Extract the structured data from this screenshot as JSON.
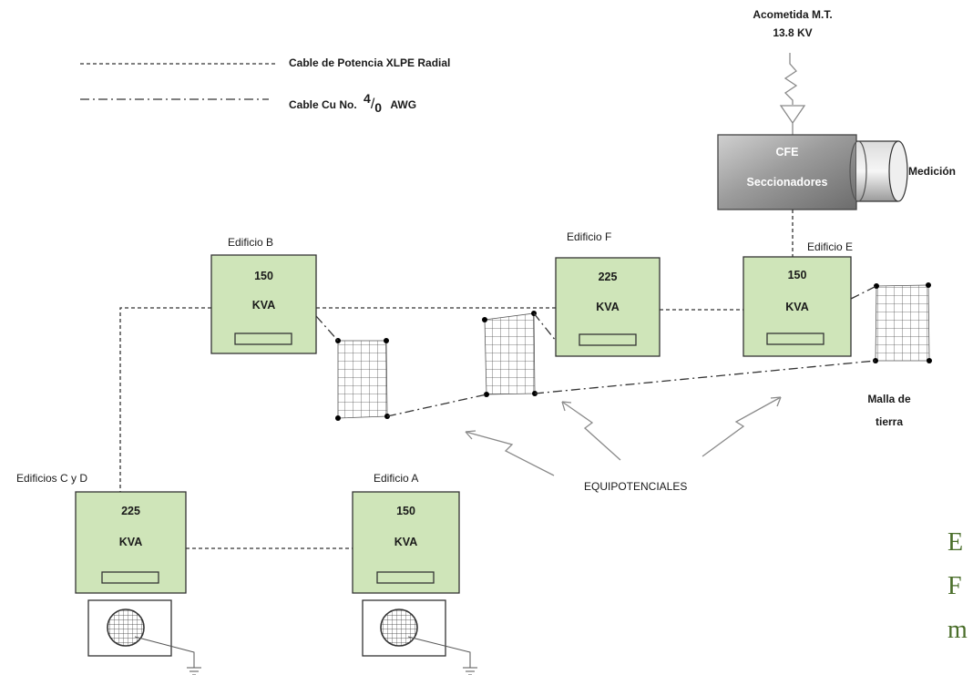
{
  "legend": {
    "power_cable": "Cable de Potencia XLPE Radial",
    "copper_cable": "Cable Cu No.",
    "copper_num": "4",
    "copper_den": "0",
    "copper_unit": "AWG"
  },
  "supply": {
    "line1": "Acometida M.T.",
    "line2": "13.8 KV"
  },
  "cfe_box": {
    "line1": "CFE",
    "line2": "Seccionadores"
  },
  "meter_label": "Medición",
  "buildings": {
    "b": {
      "name": "Edificio B",
      "rating": "150",
      "unit": "KVA"
    },
    "f": {
      "name": "Edificio F",
      "rating": "225",
      "unit": "KVA"
    },
    "e": {
      "name": "Edificio E",
      "rating": "150",
      "unit": "KVA"
    },
    "cd": {
      "name": "Edificios C y D",
      "rating": "225",
      "unit": "KVA"
    },
    "a": {
      "name": "Edificio A",
      "rating": "150",
      "unit": "KVA"
    }
  },
  "ground_mesh": {
    "line1": "Malla de",
    "line2": "tierra"
  },
  "equipotential_label": "EQUIPOTENCIALES",
  "cut_text": [
    "E",
    "F",
    "m"
  ],
  "colors": {
    "transformer_fill": "#cfe5b9",
    "cfe_fill": "#9a9a9a",
    "fragment_text": "#4a6e2a"
  }
}
